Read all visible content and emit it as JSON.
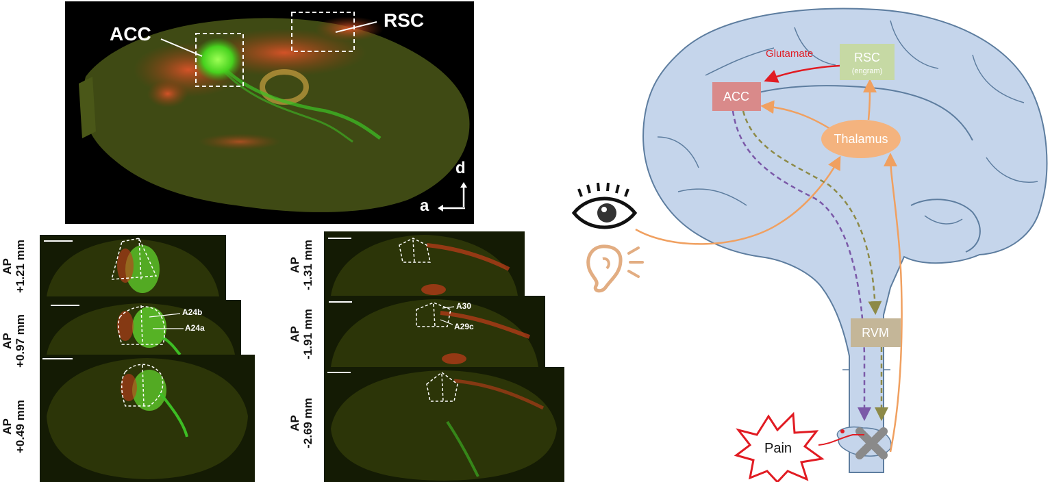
{
  "sagittal": {
    "acc_label": "ACC",
    "rsc_label": "RSC",
    "axis_d": "d",
    "axis_a": "a"
  },
  "coronal_left": [
    {
      "line1": "AP",
      "line2": "+1.21 mm"
    },
    {
      "line1": "AP",
      "line2": "+0.97 mm"
    },
    {
      "line1": "AP",
      "line2": "+0.49 mm"
    }
  ],
  "coronal_right": [
    {
      "line1": "AP",
      "line2": "-1.31 mm"
    },
    {
      "line1": "AP",
      "line2": "-1.91 mm"
    },
    {
      "line1": "AP",
      "line2": "-2.69 mm"
    }
  ],
  "subregions": {
    "a24b": "A24b",
    "a24a": "A24a",
    "a30": "A30",
    "a29c": "A29c"
  },
  "diagram": {
    "glutamate": "Glutamate",
    "rsc": "RSC",
    "rsc_sub": "(engram)",
    "acc": "ACC",
    "thalamus": "Thalamus",
    "rvm": "RVM",
    "pain": "Pain"
  },
  "colors": {
    "brain_fill": "#c5d5eb",
    "brain_line": "#5d7d9f",
    "acc_box": "#d98a8a",
    "rsc_box": "#c6d9a4",
    "thalamus": "#f4b37e",
    "rvm_box": "#c4b698",
    "orange_path": "#f0a060",
    "purple_path": "#7b59a8",
    "olive_path": "#8d8a48",
    "glutamate_arrow": "#e11b22",
    "pain_star": "#e11b22"
  }
}
